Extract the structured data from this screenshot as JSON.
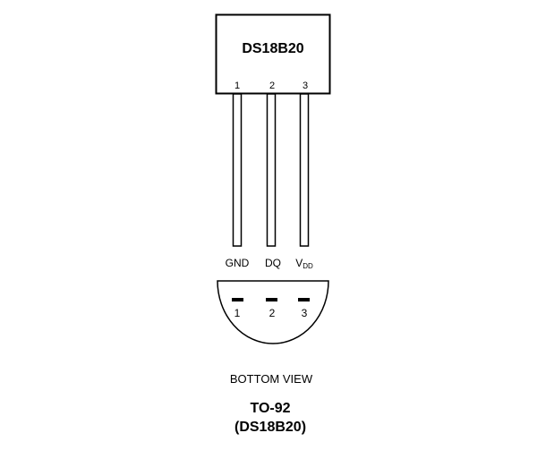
{
  "package": {
    "part_label": "DS18B20"
  },
  "pins": [
    {
      "number": "1",
      "name": "GND"
    },
    {
      "number": "2",
      "name": "DQ"
    },
    {
      "number": "3",
      "name": "V",
      "name_subscript": "DD"
    }
  ],
  "bottom_view": {
    "caption": "BOTTOM VIEW",
    "pin_numbers": [
      "1",
      "2",
      "3"
    ]
  },
  "footer": {
    "package_type": "TO-92",
    "part_name": "(DS18B20)"
  }
}
